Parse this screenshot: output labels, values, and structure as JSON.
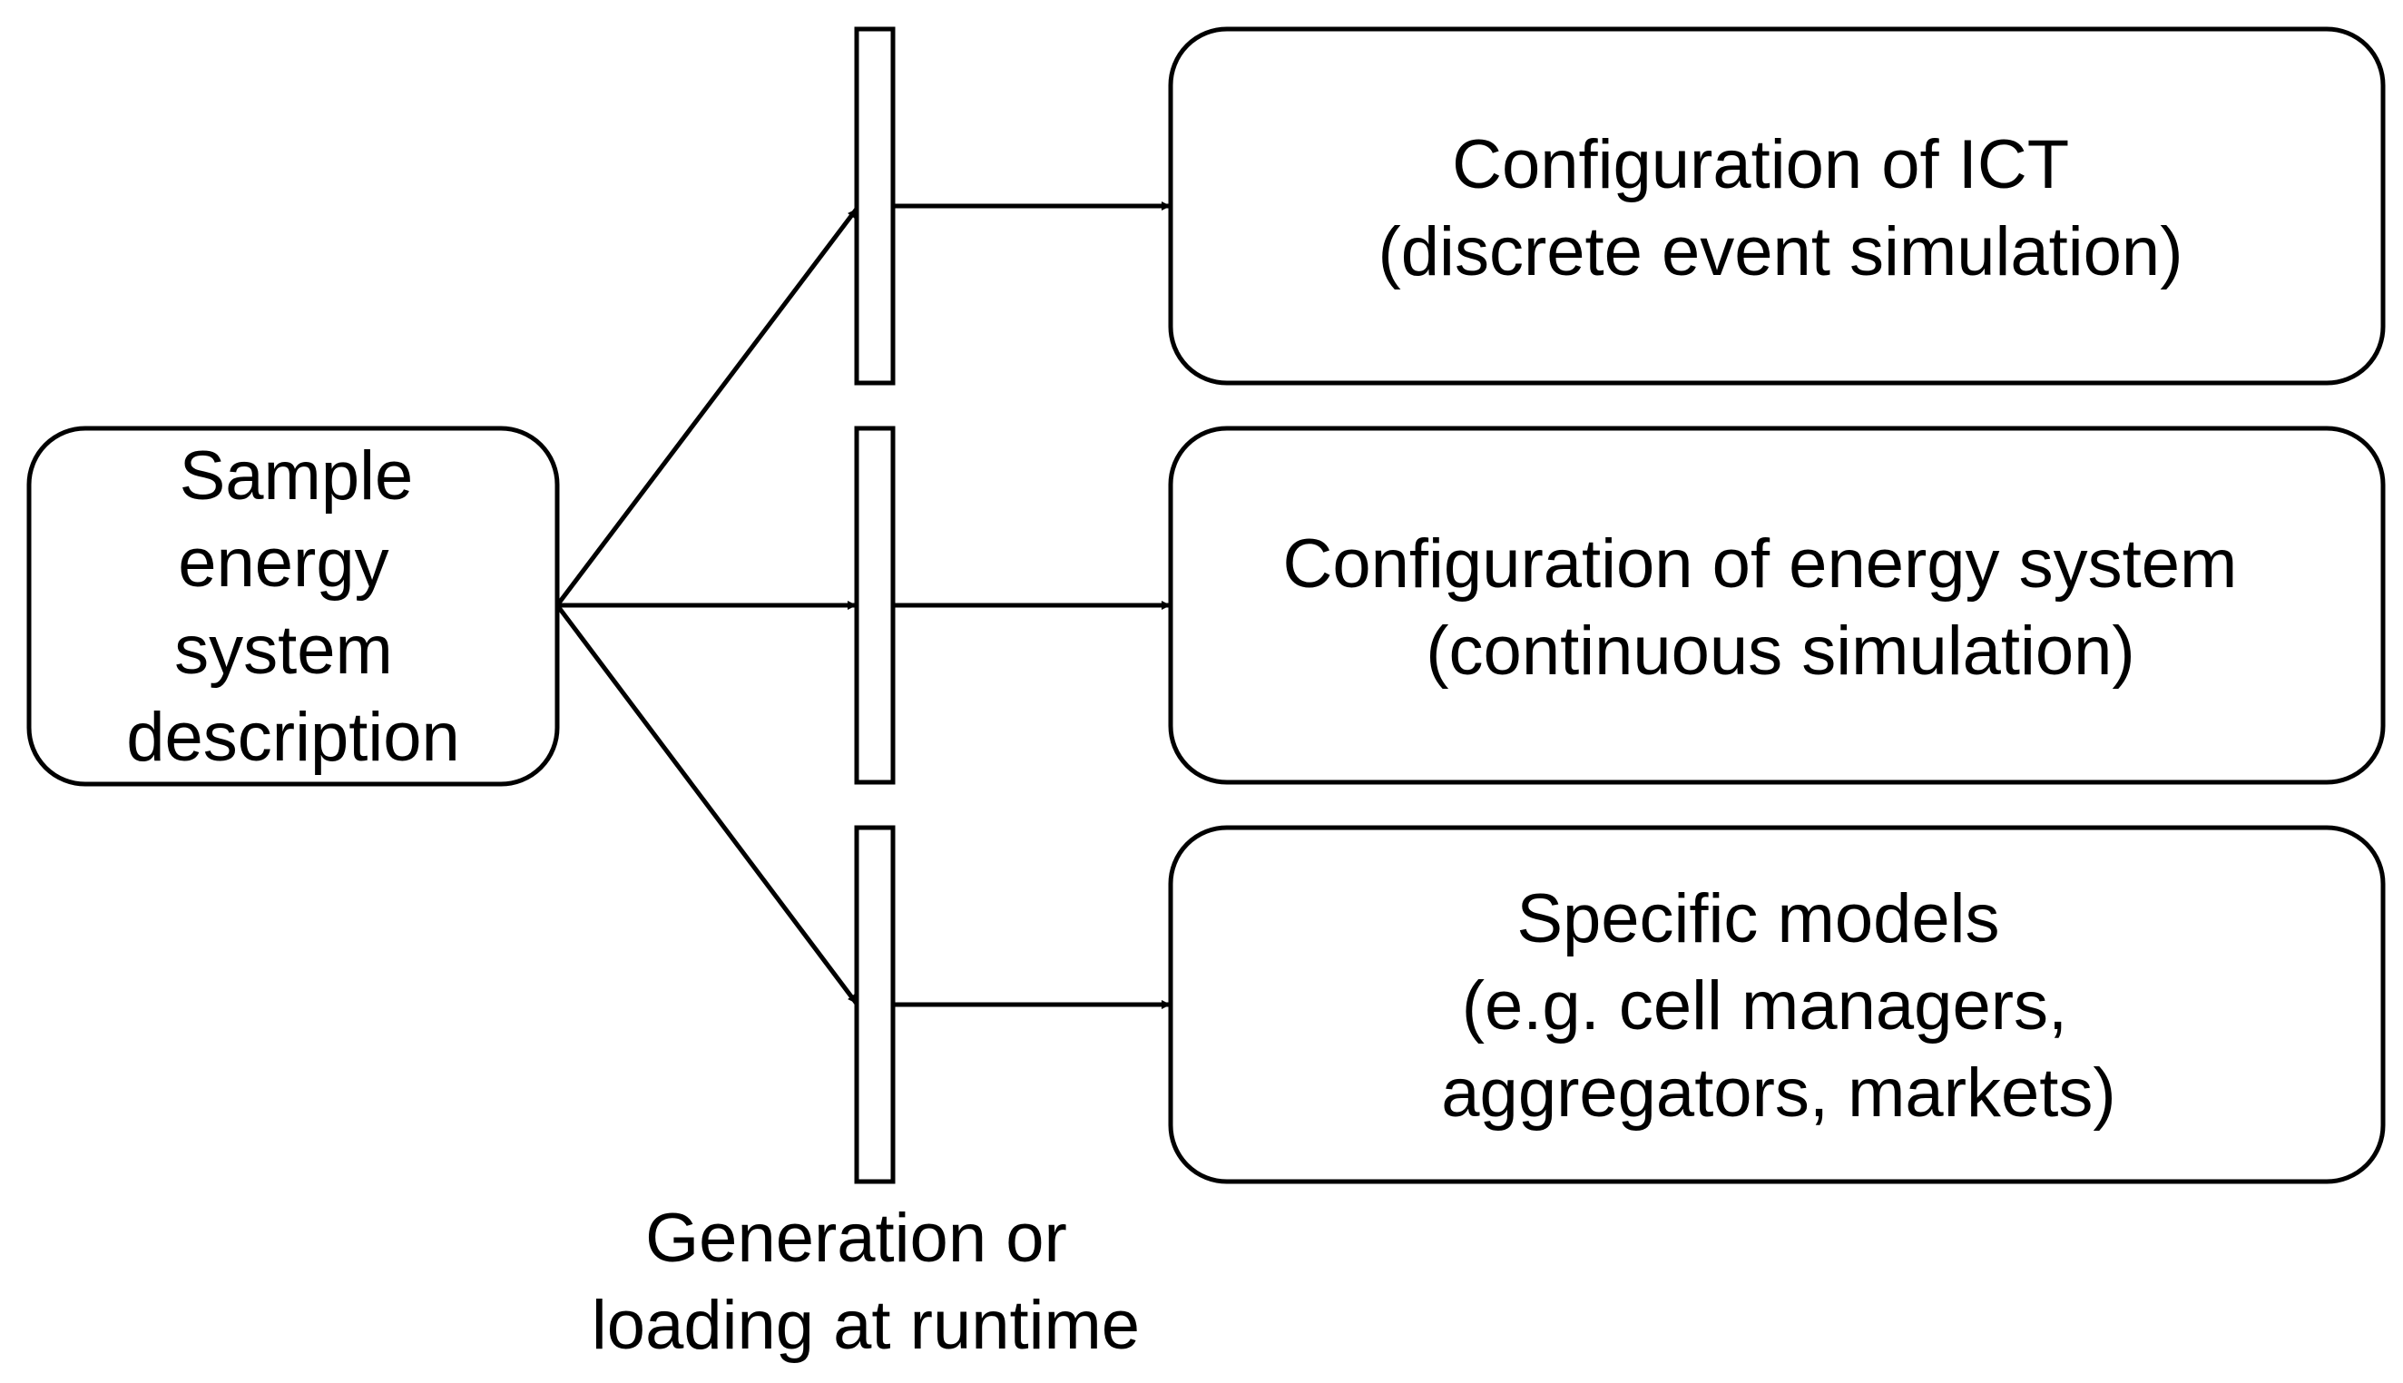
{
  "source_box": {
    "lines": [
      "Sample",
      "energy",
      "system",
      "description"
    ]
  },
  "bars_caption": {
    "lines": [
      "Generation or",
      "loading at runtime"
    ]
  },
  "targets": [
    {
      "lines": [
        "Configuration of ICT",
        "(discrete event simulation)"
      ]
    },
    {
      "lines": [
        "Configuration of energy system",
        "(continuous simulation)"
      ]
    },
    {
      "lines": [
        "Specific models",
        "(e.g. cell managers,",
        "aggregators, markets)"
      ]
    }
  ]
}
